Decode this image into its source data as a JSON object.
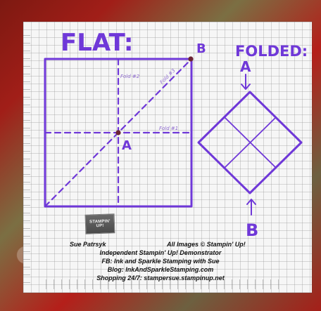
{
  "labels": {
    "flat": "FLAT:",
    "folded": "FOLDED:",
    "point_a_flat": "A",
    "point_b_flat": "B",
    "point_a_folded": "A",
    "point_b_folded": "B",
    "fold1": "Fold #1",
    "fold2": "Fold #2",
    "fold3": "Fold #3"
  },
  "logo": {
    "text": "STAMPIN' UP!"
  },
  "caption": {
    "name": "Sue Patrsyk",
    "images": "All Images © Stampin' Up!",
    "demo": "Independent Stampin' Up! Demonstrator",
    "fb": "FB: Ink and Sparkle Stamping with Sue",
    "blog": "Blog: InkAndSparkleStamping.com",
    "shopping": "Shopping 24/7: stampersue.stampinup.net"
  },
  "colors": {
    "ink": "#6f38d8",
    "accent": "#8f6ccf"
  }
}
